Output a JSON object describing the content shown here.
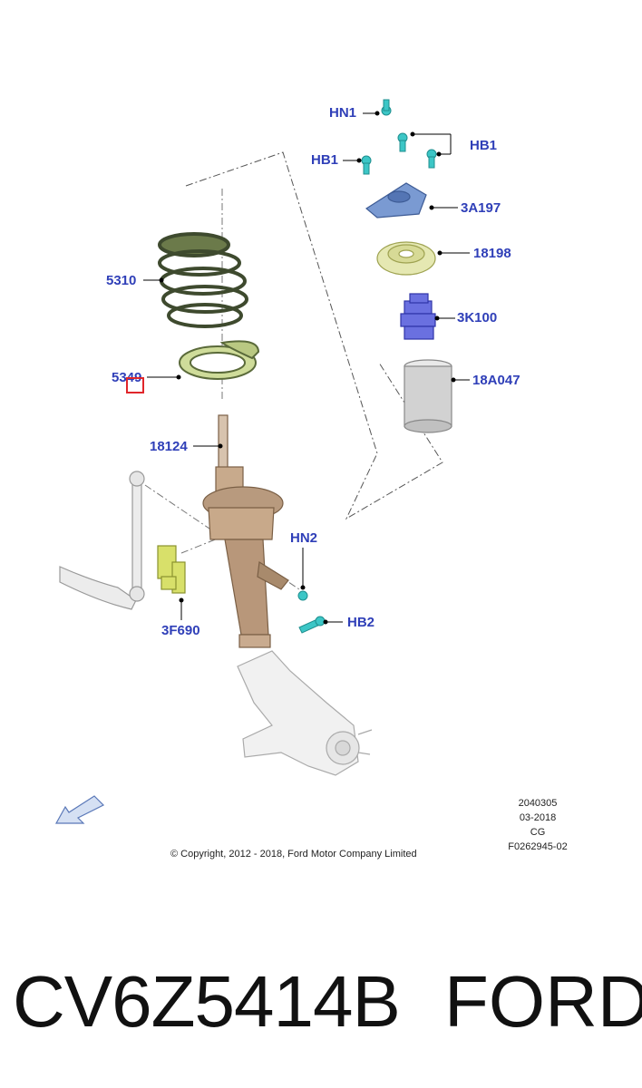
{
  "callouts": {
    "hn1": "HN1",
    "hb1_left": "HB1",
    "hb1_right": "HB1",
    "part_3a197": "3A197",
    "part_18198": "18198",
    "part_3k100": "3K100",
    "part_18a047": "18A047",
    "part_5310": "5310",
    "part_5349": "5349",
    "part_18124": "18124",
    "hn2": "HN2",
    "hb2": "HB2",
    "part_3f690": "3F690"
  },
  "meta": {
    "code": "2040305",
    "date": "03-2018",
    "initials": "CG",
    "figure_id": "F0262945-02"
  },
  "copyright": "© Copyright, 2012 - 2018, Ford Motor Company Limited",
  "part_number": "CV6Z5414B",
  "brand": "FORD",
  "colors": {
    "callout_text": "#2f3fb8",
    "highlight": "#e0262b",
    "strut": "#b89a7e",
    "spring": "#4a5a3a",
    "fastener": "#3cc6c6",
    "mount": "#6f8fc7",
    "bearing": "#e3e6a8",
    "bump_stop": "#5b5fd8",
    "dust_boot": "#b8b8b8",
    "bracket": "#d8e06a"
  }
}
